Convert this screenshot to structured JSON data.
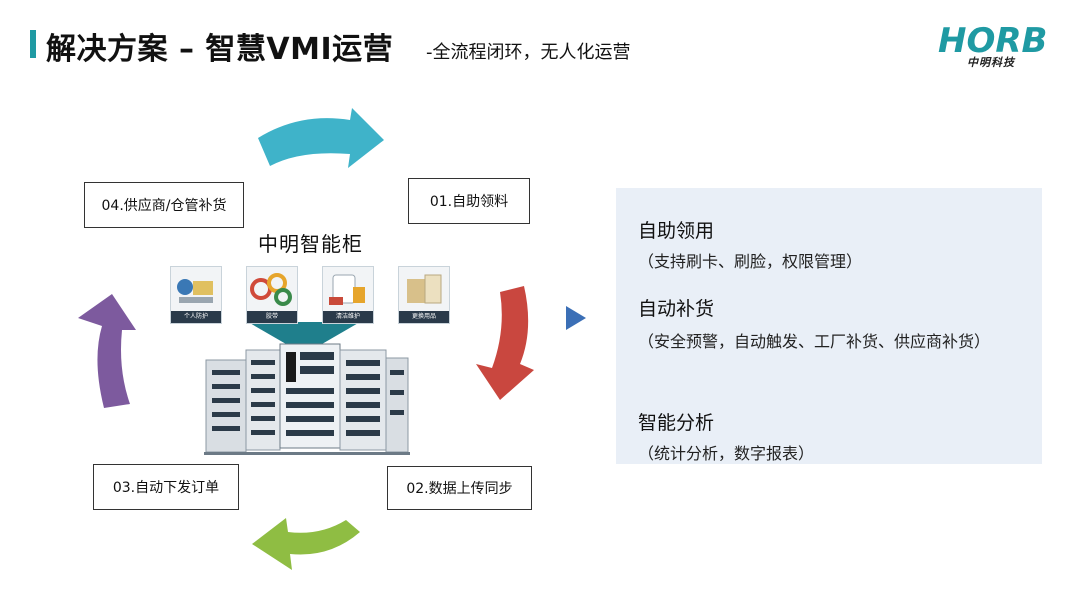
{
  "header": {
    "title": "解决方案 – 智慧VMI运营",
    "subtitle": "-全流程闭环，无人化运营"
  },
  "logo": {
    "brand": "HORB",
    "tagline": "中明科技"
  },
  "cycle": {
    "step1": "01.自助领料",
    "step2": "02.数据上传同步",
    "step3": "03.自动下发订单",
    "step4": "04.供应商/仓管补货",
    "center_title": "中明智能柜",
    "categories": [
      {
        "label": "个人防护"
      },
      {
        "label": "胶带"
      },
      {
        "label": "清洁维护"
      },
      {
        "label": "更换用品"
      }
    ],
    "arrow_colors": {
      "top": "#3fb3c9",
      "right": "#c9473f",
      "bottom": "#8fbd43",
      "left": "#7d5a9e"
    }
  },
  "features": {
    "f1_title": "自助领用",
    "f1_desc": "（支持刷卡、刷脸，权限管理）",
    "f2_title": "自动补货",
    "f2_desc": "（安全预警，自动触发、工厂补货、供应商补货）",
    "f3_title": "智能分析",
    "f3_desc": "（统计分析，数字报表）"
  }
}
